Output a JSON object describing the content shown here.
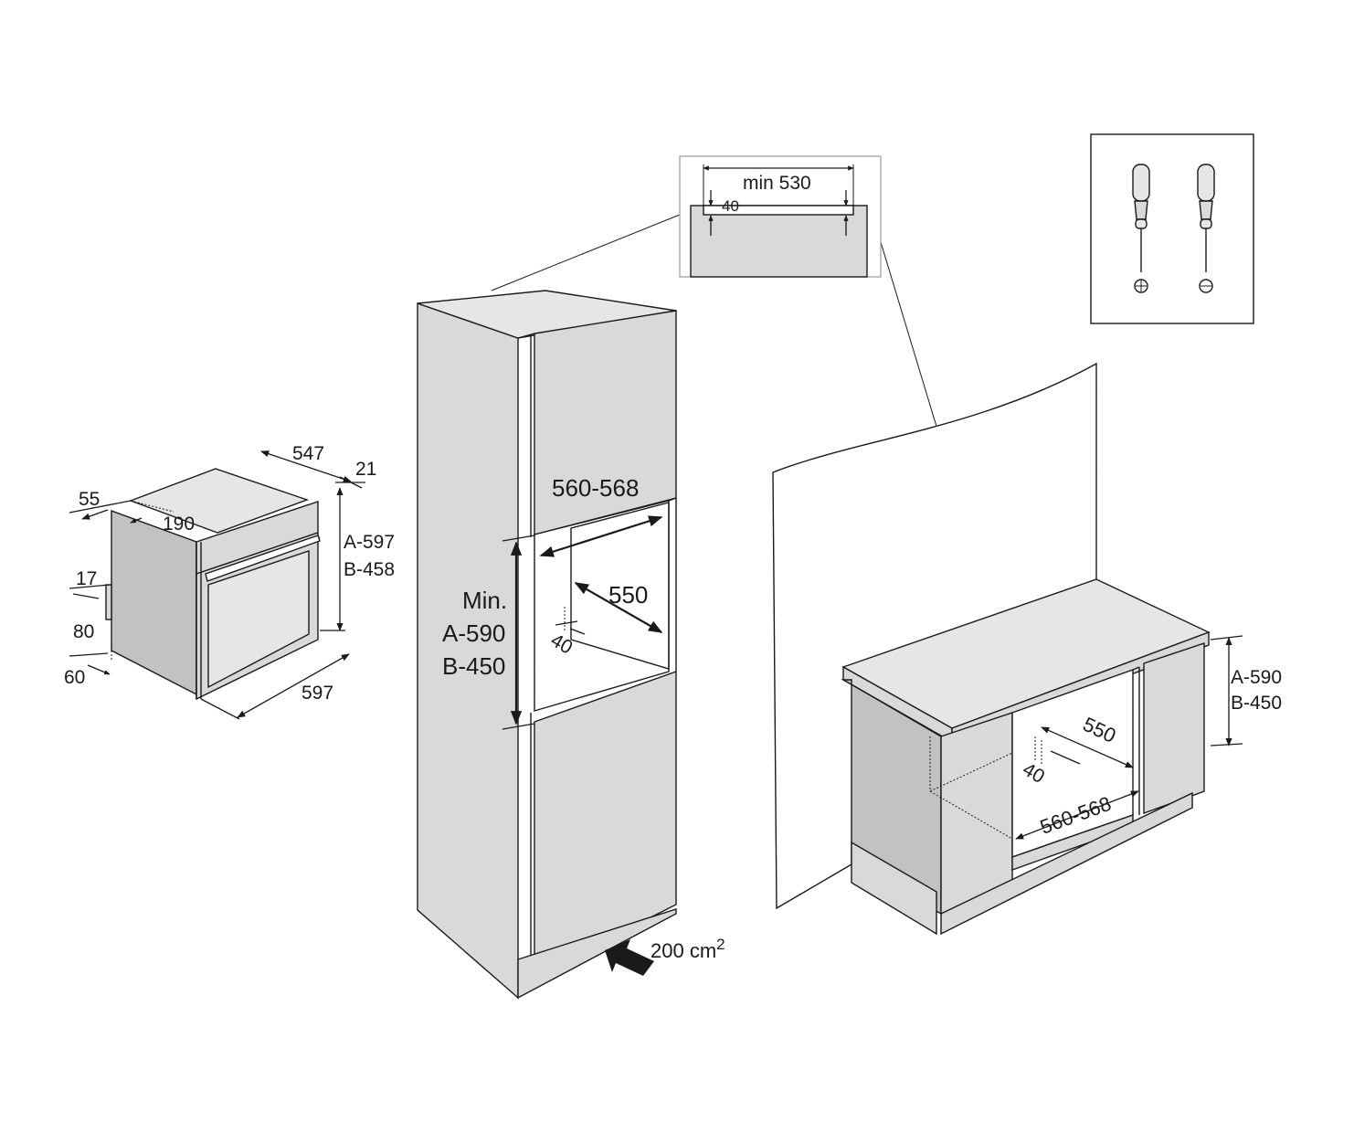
{
  "oven_dims": {
    "depth": "547",
    "panel": "21",
    "top_offset": "55",
    "inner_depth": "190",
    "height_a": "A-597",
    "height_b": "B-458",
    "side_17": "17",
    "side_80": "80",
    "side_60": "60",
    "width": "597"
  },
  "tall_cabinet": {
    "niche_width": "560-568",
    "niche_depth": "550",
    "niche_height_label": "Min.",
    "niche_height_a": "A-590",
    "niche_height_b": "B-450",
    "rear_gap": "40",
    "vent_area": "200 cm",
    "vent_unit_sup": "2"
  },
  "detail_inset": {
    "top_clearance": "min 530",
    "side_gap": "40"
  },
  "base_cabinet": {
    "height_a": "A-590",
    "height_b": "B-450",
    "depth": "550",
    "rear_gap": "40",
    "width": "560-568"
  },
  "tools": {
    "items": [
      "phillips-screwdriver",
      "flat-screwdriver"
    ]
  }
}
